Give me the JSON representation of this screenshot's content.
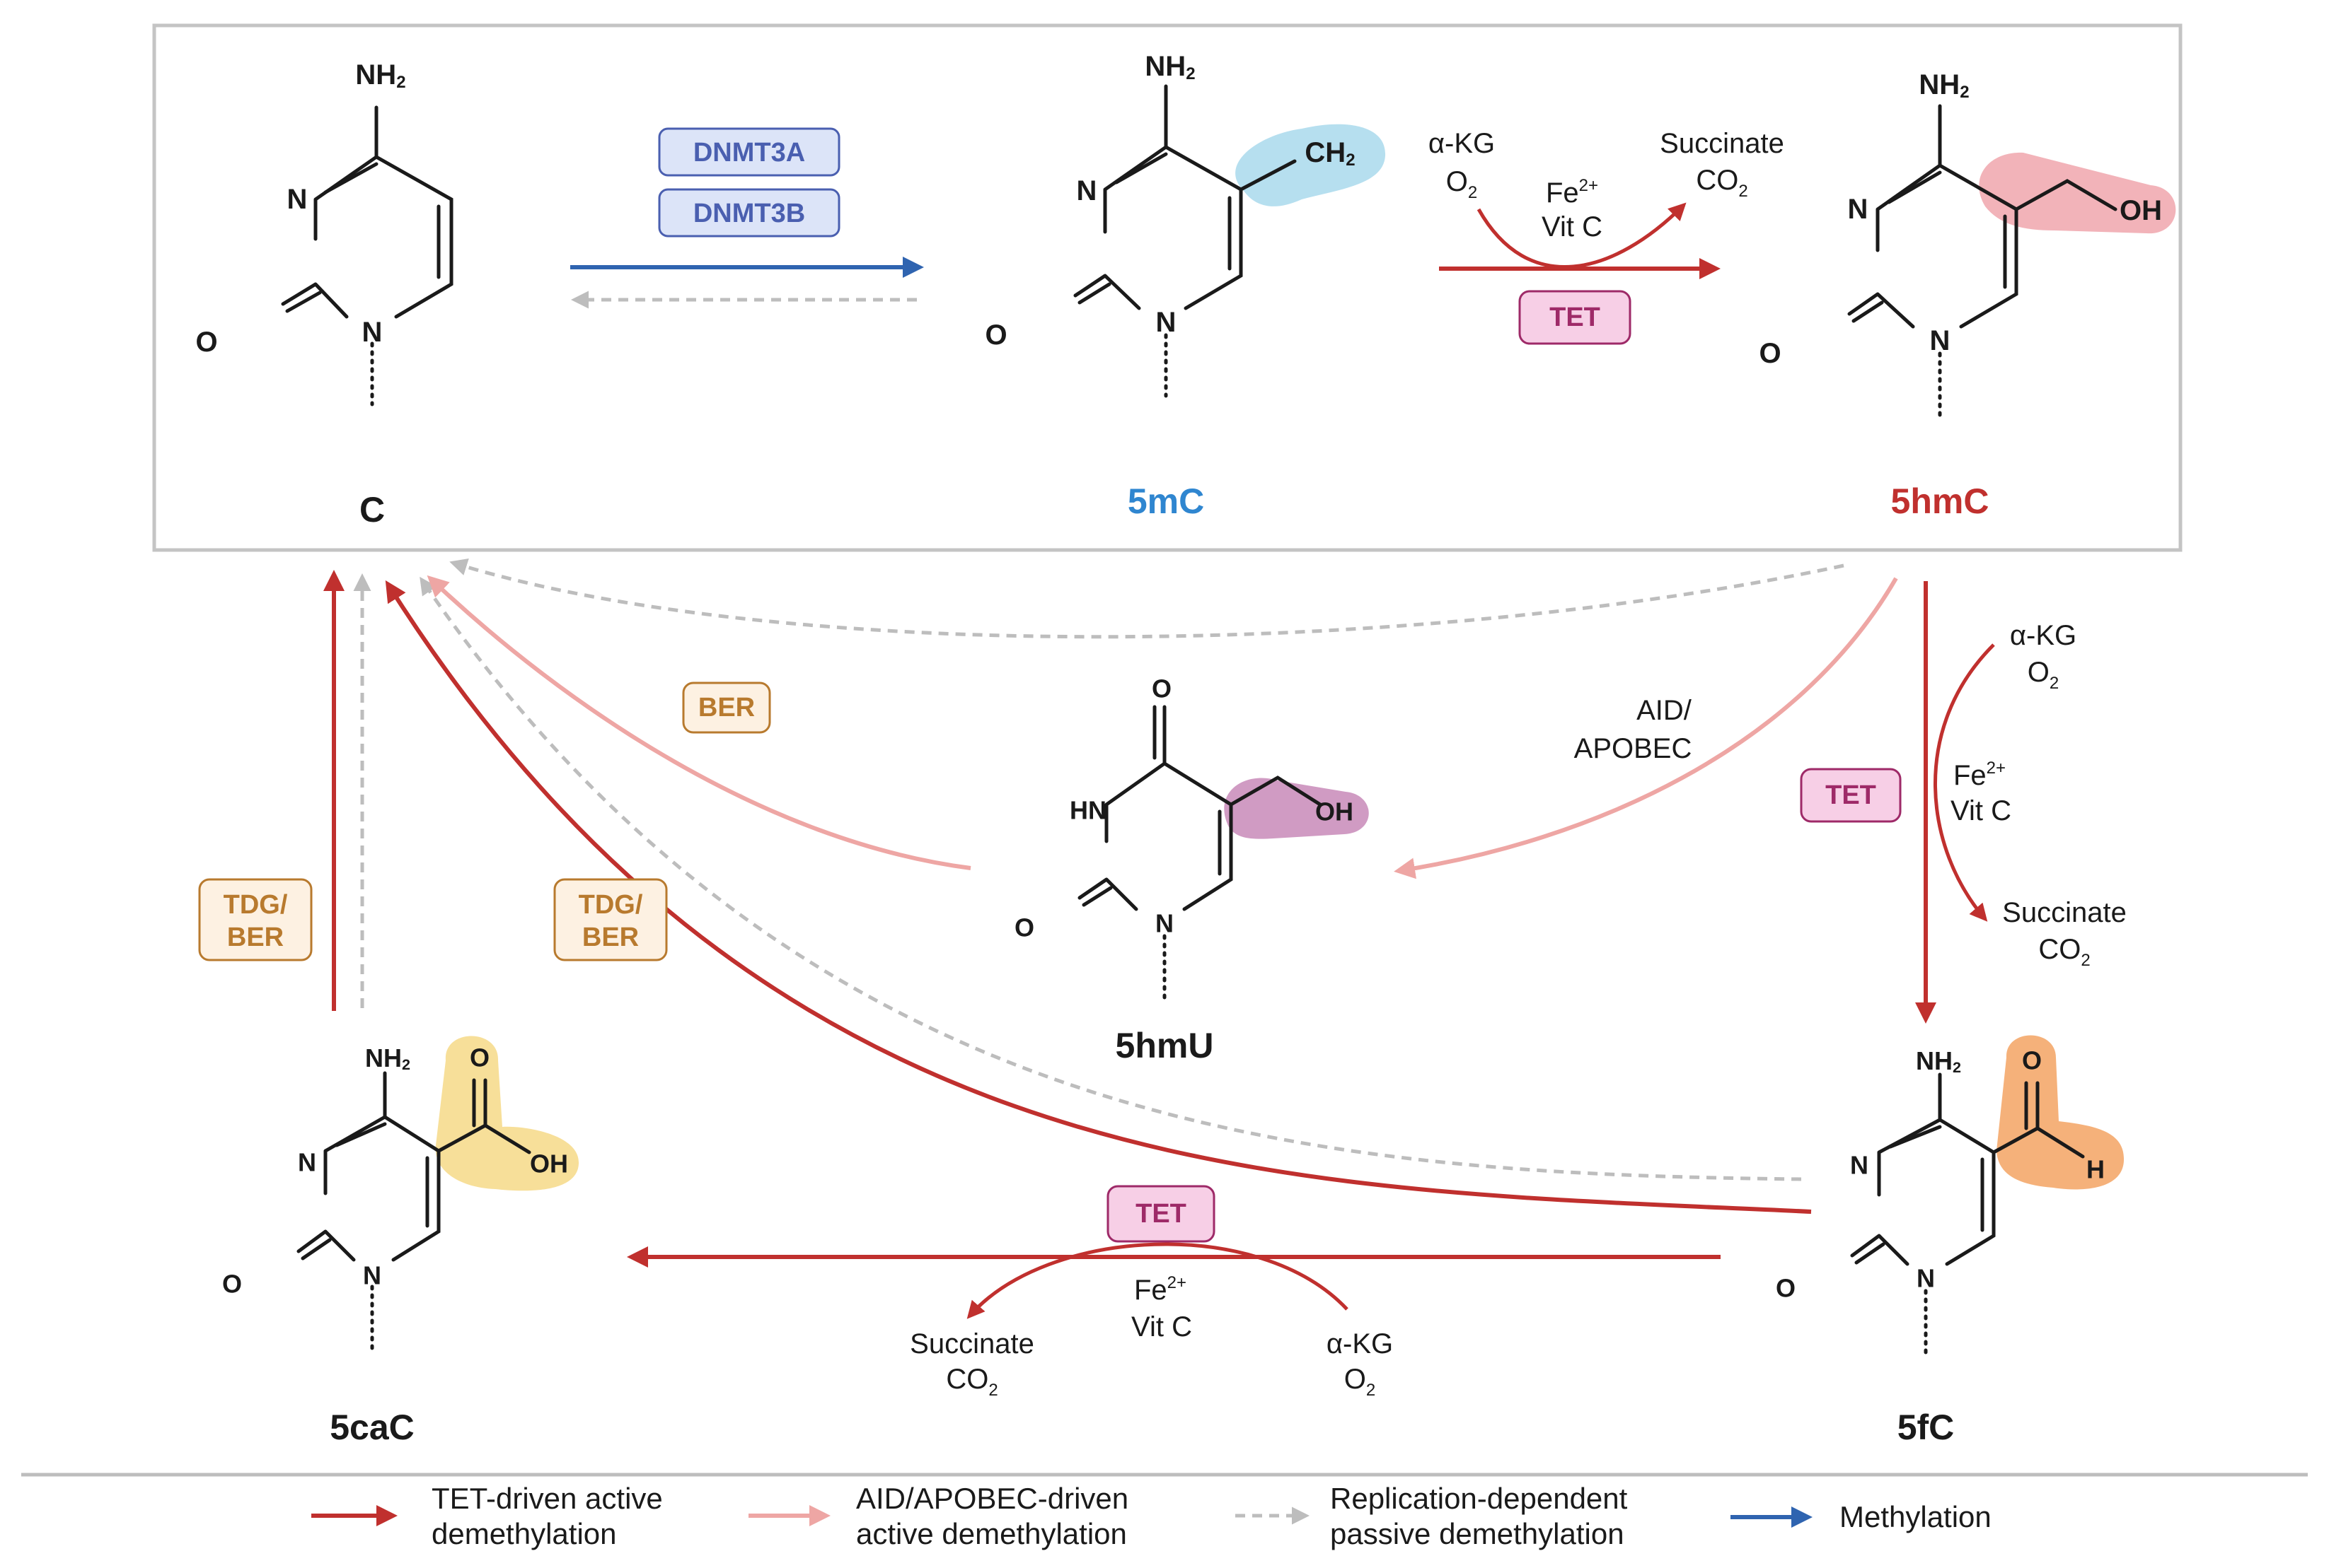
{
  "molecules": {
    "c": {
      "label": "C",
      "nh2": "NH",
      "n": "N",
      "o": "O"
    },
    "m5c": {
      "label": "5mC",
      "nh2": "NH",
      "n": "N",
      "o": "O",
      "ch3": "CH"
    },
    "hm5c": {
      "label": "5hmC",
      "nh2": "NH",
      "n": "N",
      "o": "O",
      "oh": "OH"
    },
    "hmu5": {
      "label": "5hmU",
      "o": "O",
      "hn": "HN",
      "n": "N",
      "oh": "OH"
    },
    "ca5c": {
      "label": "5caC",
      "nh2": "NH",
      "n": "N",
      "o": "O",
      "oh": "OH"
    },
    "f5c": {
      "label": "5fC",
      "nh2": "NH",
      "n": "N",
      "o": "O",
      "h": "H"
    }
  },
  "enzymes": {
    "dnmt3a": "DNMT3A",
    "dnmt3b": "DNMT3B",
    "tet": "TET",
    "ber": "BER",
    "tdg_ber_1": "TDG/",
    "tdg_ber_2": "BER",
    "aid_apobec_1": "AID/",
    "aid_apobec_2": "APOBEC"
  },
  "cofactors": {
    "akg": "α-KG",
    "o2": "O",
    "fe": "Fe",
    "fe_charge": "2+",
    "vitc": "Vit C",
    "succinate": "Succinate",
    "co2": "CO",
    "sub2": "2"
  },
  "legend": {
    "tet_1": "TET-driven active",
    "tet_2": "demethylation",
    "aid_1": "AID/APOBEC-driven",
    "aid_2": "active demethylation",
    "rep_1": "Replication-dependent",
    "rep_2": "passive demethylation",
    "meth": "Methylation"
  },
  "colors": {
    "tet_red": "#c0302e",
    "aid_pink": "#eea6a4",
    "passive_gray": "#bdbdbd",
    "methylation_blue": "#2f64b0",
    "label_5mc": "#2f86d0",
    "label_5hmc": "#c0302e",
    "hl_methyl": "#a9d9ec",
    "hl_hydroxymethyl": "#f0a6ad",
    "hl_5hmu": "#c88ab8",
    "hl_carboxyl": "#f6dc8e",
    "hl_formyl": "#f4a86c",
    "dnmt_fill": "#dce4f8",
    "dnmt_stroke": "#4a5fb0",
    "tet_fill": "#f7cfe6",
    "tet_stroke": "#9e2a68",
    "ber_fill": "#fdf1e2",
    "ber_stroke": "#b87a2e"
  }
}
